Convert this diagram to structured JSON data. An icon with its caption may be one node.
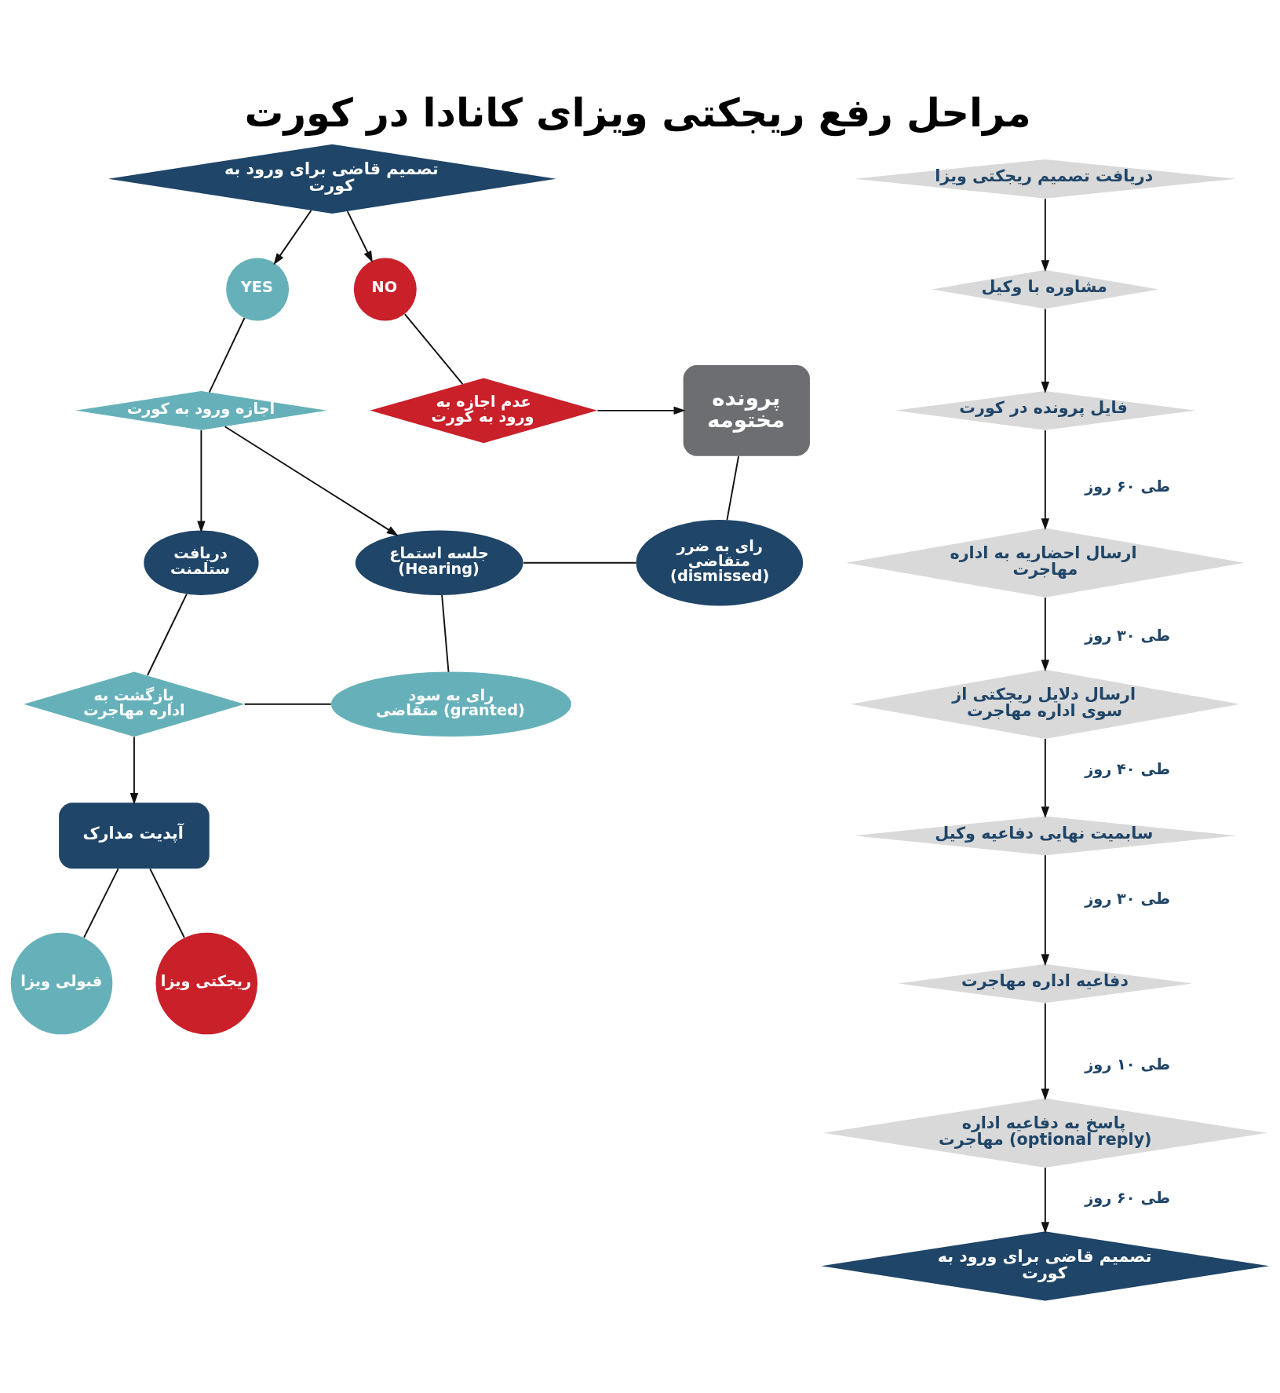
{
  "diagram": {
    "title": "مراحل رفع ریجکتی ویزای کانادا در کورت",
    "nodes": [
      {
        "text": [
          "دریافت تصمیم ریجکتی ویزا"
        ]
      },
      {
        "text": [
          "مشاوره با وکیل"
        ]
      },
      {
        "text": [
          "فایل پرونده در کورت"
        ]
      },
      {
        "text": [
          "ارسال احضاریه به اداره مهاجرت"
        ]
      },
      {
        "text": [
          "ارسال دلایل ریجکتی از سوی اداره مهاجرت"
        ]
      },
      {
        "text": [
          "سابمیت نهایی دفاعیه وکیل"
        ]
      },
      {
        "text": [
          "دفاعیه اداره مهاجرت"
        ]
      },
      {
        "text": [
          "پاسخ به دفاعیه اداره مهاجرت (optional reply)"
        ]
      },
      {
        "text": [
          "تصمیم قاضی برای ورود به کورت"
        ]
      },
      {
        "text": [
          "تصمیم قاضی برای ورود به کورت"
        ]
      },
      {
        "text": [
          "YES"
        ]
      },
      {
        "text": [
          "NO"
        ]
      },
      {
        "text": [
          "اجازه ورود به کورت"
        ]
      },
      {
        "text": [
          "عدم اجازه به ورود به کورت"
        ]
      },
      {
        "text": [
          "پرونده مختومه"
        ]
      },
      {
        "text": [
          "دریافت ستلمنت"
        ]
      },
      {
        "text": [
          "جلسه استماع (Hearing)"
        ]
      },
      {
        "text": [
          "رای به ضرر متقاضی (dismissed)"
        ]
      },
      {
        "text": [
          "بازگشت به اداره مهاجرت"
        ]
      },
      {
        "text": [
          "رای به سود متقاضی (granted)"
        ]
      },
      {
        "text": [
          "قبولی ویزا"
        ]
      },
      {
        "text": [
          "آپدیت مدارک"
        ]
      },
      {
        "text": [
          "ریجکتی ویزا"
        ]
      }
    ],
    "edges": [
      {
        "from": 0,
        "to": 1,
        "arrow": "to"
      },
      {
        "from": 1,
        "to": 2,
        "arrow": "to"
      },
      {
        "from": 2,
        "to": 3,
        "arrow": "to",
        "label": "طی ۶۰ روز"
      },
      {
        "from": 3,
        "to": 4,
        "arrow": "to",
        "label": "طی ۳۰ روز"
      },
      {
        "from": 4,
        "to": 5,
        "arrow": "to",
        "label": "طی ۴۰ روز"
      },
      {
        "from": 5,
        "to": 6,
        "arrow": "to",
        "label": "طی ۳۰ روز"
      },
      {
        "from": 6,
        "to": 7,
        "arrow": "to",
        "label": "طی ۱۰ روز"
      },
      {
        "from": 7,
        "to": 8,
        "arrow": "to",
        "label": "طی ۶۰ روز"
      },
      {
        "from": 9,
        "to": 10,
        "arrow": "to"
      },
      {
        "from": 9,
        "to": 11,
        "arrow": "to"
      },
      {
        "from": 10,
        "to": 12,
        "arrow": "none"
      },
      {
        "from": 11,
        "to": 13,
        "arrow": "none"
      },
      {
        "from": 13,
        "to": 14,
        "arrow": "to"
      },
      {
        "from": 12,
        "to": 15,
        "arrow": "to"
      },
      {
        "from": 12,
        "to": 16,
        "arrow": "to"
      },
      {
        "from": 16,
        "to": 17,
        "arrow": "none"
      },
      {
        "from": 14,
        "to": 17,
        "arrow": "none"
      },
      {
        "from": 16,
        "to": 19,
        "arrow": "none"
      },
      {
        "from": 15,
        "to": 18,
        "arrow": "none"
      },
      {
        "from": 18,
        "to": 19,
        "arrow": "none"
      },
      {
        "from": 18,
        "to": 21,
        "arrow": "to"
      },
      {
        "from": 21,
        "to": 20,
        "arrow": "none"
      },
      {
        "from": 21,
        "to": 22,
        "arrow": "none"
      }
    ]
  }
}
